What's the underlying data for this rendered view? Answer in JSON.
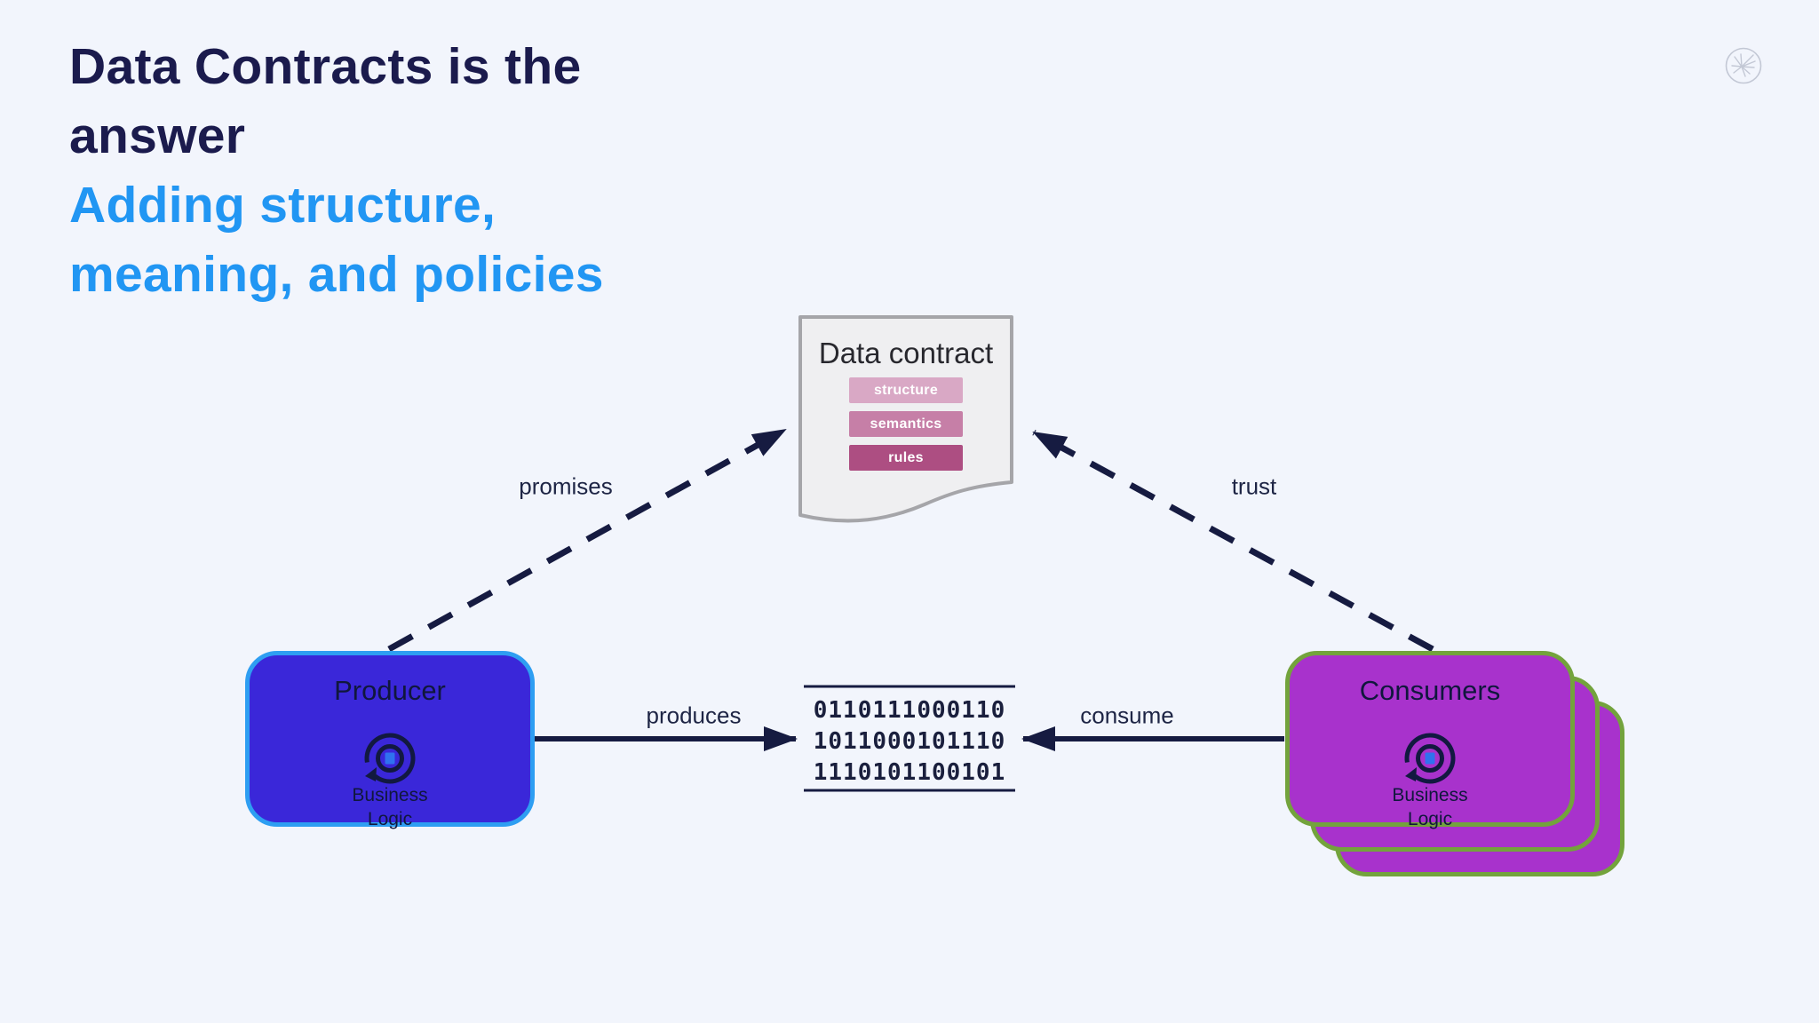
{
  "slide": {
    "background": "#f2f5fc",
    "title": {
      "line1": "Data Contracts is the",
      "line2": "answer",
      "color": "#1b1b4d"
    },
    "subtitle": {
      "line1": "Adding structure,",
      "line2": "meaning, and policies",
      "color": "#2196f3"
    }
  },
  "logo": {
    "name": "spark-logo",
    "color": "#c3c8d5"
  },
  "contract": {
    "title": "Data contract",
    "fill": "#efeff1",
    "border": "#a5a5a9",
    "bars": [
      {
        "label": "structure",
        "color": "#d9a8c5"
      },
      {
        "label": "semantics",
        "color": "#c67fa7"
      },
      {
        "label": "rules",
        "color": "#ad4e82"
      }
    ]
  },
  "producer": {
    "title": "Producer",
    "caption": [
      "Business",
      "Logic"
    ],
    "fill": "#3a27d9",
    "border": "#2e9ef2"
  },
  "consumers": {
    "title": "Consumers",
    "caption": [
      "Business",
      "Logic"
    ],
    "fill": "#a832cc",
    "border": "#73a33c",
    "stack_count": 3
  },
  "binary": {
    "lines": [
      "0110111000110",
      "1011000101110",
      "1110101100101"
    ]
  },
  "edges": {
    "promises": "promises",
    "trust": "trust",
    "produces": "produces",
    "consume": "consume",
    "color": "#161b41"
  }
}
